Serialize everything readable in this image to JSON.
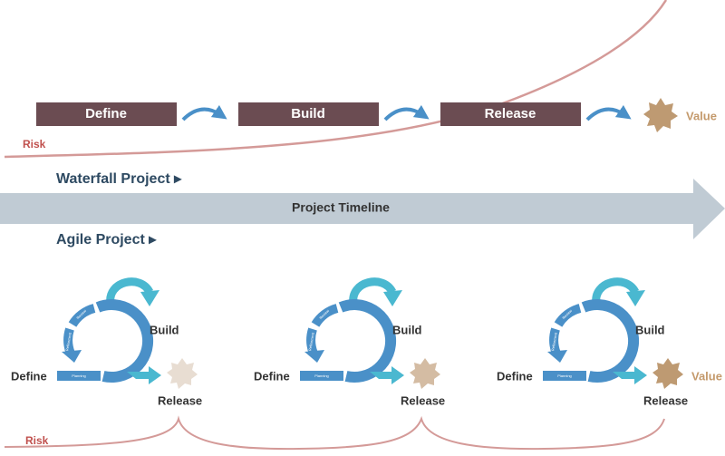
{
  "waterfall": {
    "heading": "Waterfall Project ▸",
    "steps": [
      "Define",
      "Build",
      "Release"
    ],
    "value_label": "Value",
    "risk_label": "Risk"
  },
  "timeline": {
    "label": "Project Timeline"
  },
  "agile": {
    "heading": "Agile Project ▸",
    "cycle_phases": [
      "Planning",
      "Implementation",
      "Review",
      "Refinement"
    ],
    "iterations": [
      {
        "define": "Define",
        "build": "Build",
        "release": "Release",
        "star_color": "#e8ddd2"
      },
      {
        "define": "Define",
        "build": "Build",
        "release": "Release",
        "star_color": "#d4bca3"
      },
      {
        "define": "Define",
        "build": "Build",
        "release": "Release",
        "star_color": "#be9a72"
      }
    ],
    "value_label": "Value",
    "risk_label": "Risk"
  },
  "colors": {
    "box": "#6b4c52",
    "arrow": "#4a90c8",
    "teal": "#4ab8d0",
    "risk": "#d49a98",
    "timeline": "#c0cbd4",
    "value": "#be9a72"
  }
}
